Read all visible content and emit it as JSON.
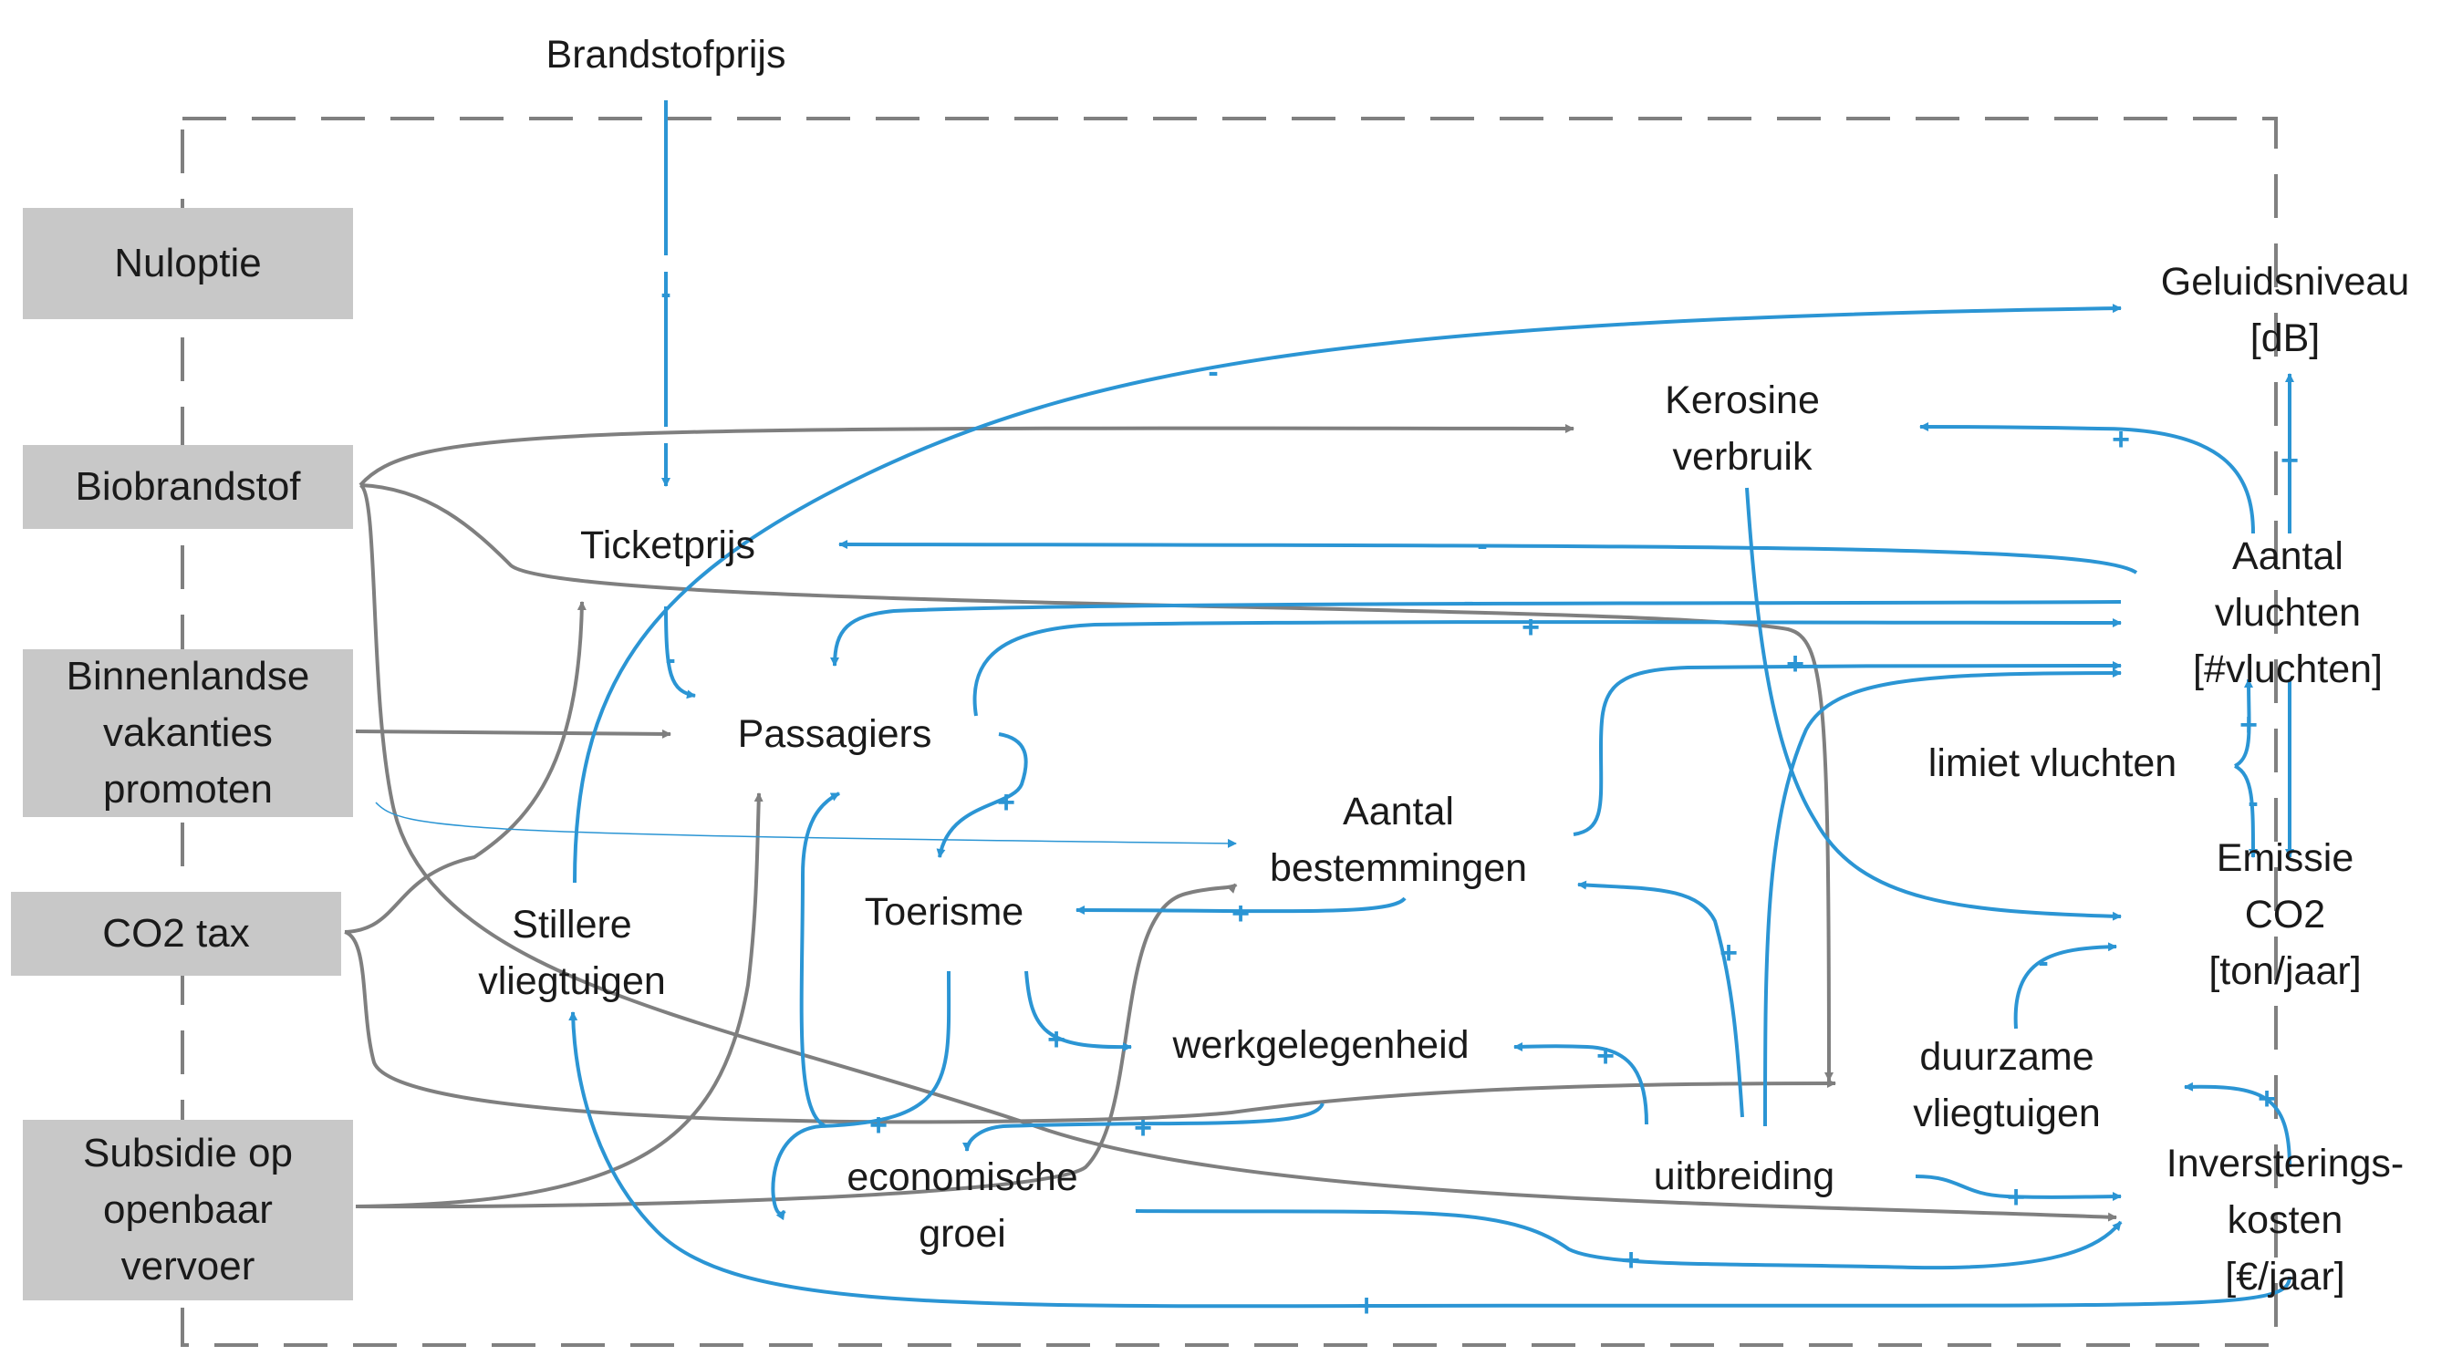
{
  "policies": {
    "nuloptie": "Nuloptie",
    "biobrandstof": "Biobrandstof",
    "binnenlandse": "Binnenlandse\nvakanties\npromoten",
    "co2tax": "CO2 tax",
    "subsidie": "Subsidie op\nopenbaar\nvervoer"
  },
  "nodes": {
    "brandstofprijs": "Brandstofprijs",
    "ticketprijs": "Ticketprijs",
    "passagiers": "Passagiers",
    "toerisme": "Toerisme",
    "stillere": "Stillere\nvliegtuigen",
    "aantal_bestemmingen": "Aantal\nbestemmingen",
    "werkgelegenheid": "werkgelegenheid",
    "economische_groei": "economische\ngroei",
    "kerosine": "Kerosine\nverbruik",
    "uitbreiding": "uitbreiding",
    "geluidsniveau": "Geluidsniveau\n[dB]",
    "aantal_vluchten": "Aantal vluchten\n[#vluchten]",
    "limiet_vluchten": "limiet vluchten",
    "emissie": "Emissie CO2\n[ton/jaar]",
    "duurzame": "duurzame\nvliegtuigen",
    "investering": "Inversterings-\nkosten [€/jaar]"
  },
  "signs": {
    "plus": "+",
    "minus": "-"
  },
  "colors": {
    "blue": "#2b95d4",
    "gray": "#7f7f7f",
    "policy_fill": "#c8c8c8",
    "boundary": "#808080"
  }
}
